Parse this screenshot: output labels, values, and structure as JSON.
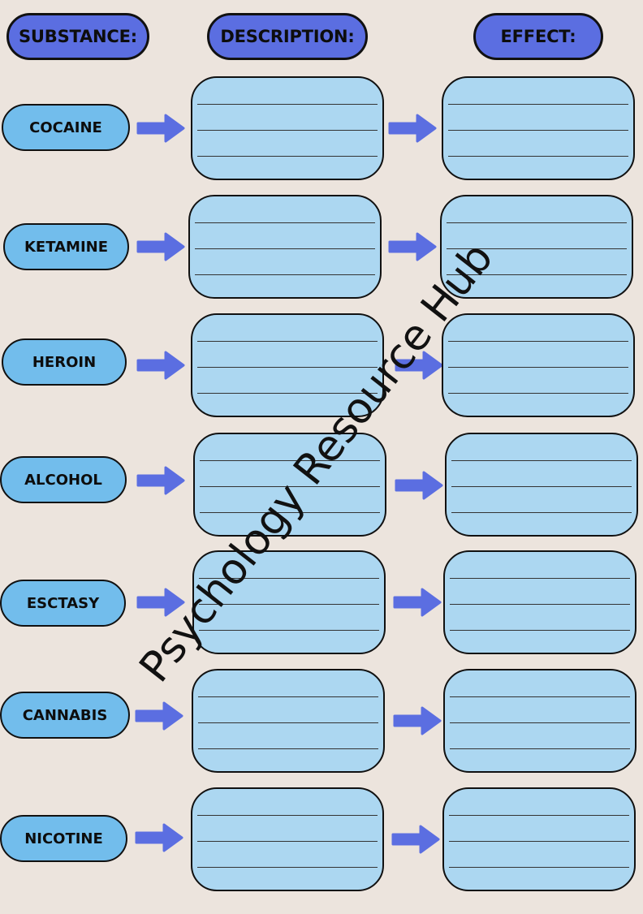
{
  "headers": {
    "substance": "SUBSTANCE:",
    "description": "DESCRIPTION:",
    "effect": "EFFECT:"
  },
  "substances": [
    "COCAINE",
    "KETAMINE",
    "HEROIN",
    "ALCOHOL",
    "ESCTASY",
    "CANNABIS",
    "NICOTINE"
  ],
  "watermark": "Psychology Resource Hub",
  "colors": {
    "background": "#ece4dd",
    "header_pill": "#5b6ee1",
    "substance_pill": "#72bdec",
    "answer_box": "#acd7f1",
    "arrow": "#5b6ee1"
  }
}
